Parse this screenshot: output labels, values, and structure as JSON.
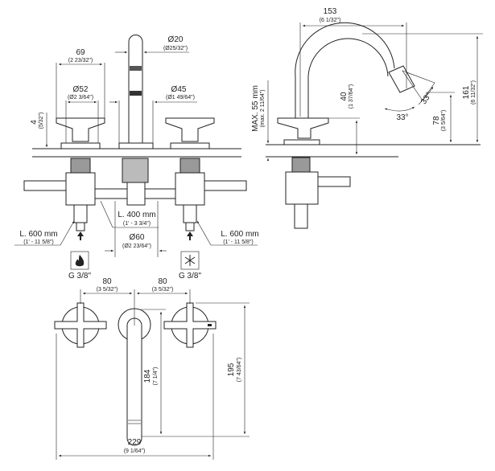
{
  "front_view": {
    "handle_width": {
      "mm": "69",
      "inch": "(2 23/32\")"
    },
    "handle_diameter": {
      "mm": "Ø52",
      "inch": "(Ø2 3/64\")"
    },
    "spout_diameter": {
      "mm": "Ø20",
      "inch": "(Ø25/32\")"
    },
    "spout_base_diameter": {
      "mm": "Ø45",
      "inch": "(Ø1 49/64\")"
    },
    "handle_offset": {
      "mm": "4",
      "inch": "(5/32\")"
    },
    "center_hose": {
      "mm": "L. 400 mm",
      "inch": "(1' - 3 3/4\")"
    },
    "hole_diameter": {
      "mm": "Ø60",
      "inch": "(Ø2 23/64\")"
    },
    "hot_hose": {
      "mm": "L. 600 mm",
      "inch": "(1' - 11 5/8\")",
      "connection": "G 3/8\"",
      "icon": "flame-icon"
    },
    "cold_hose": {
      "mm": "L. 600 mm",
      "inch": "(1' - 11 5/8\")",
      "connection": "G 3/8\"",
      "icon": "snowflake-icon"
    }
  },
  "side_view": {
    "reach": {
      "mm": "153",
      "inch": "(6 1/32\")"
    },
    "height": {
      "mm": "161",
      "inch": "(6 11/32\")"
    },
    "outlet_height": {
      "mm": "78",
      "inch": "(3 5/64\")"
    },
    "handle_height": {
      "mm": "40",
      "inch": "(1 37/64\")"
    },
    "max_deck": {
      "mm": "MAX. 55 mm",
      "inch": "(max. 2 11/64\")"
    },
    "angle_1": "33°",
    "angle_2": "33°"
  },
  "top_view": {
    "left_spacing": {
      "mm": "80",
      "inch": "(3 5/32\")"
    },
    "right_spacing": {
      "mm": "80",
      "inch": "(3 5/32\")"
    },
    "spout_projection": {
      "mm": "184",
      "inch": "(7 1/4\")"
    },
    "overall_depth": {
      "mm": "195",
      "inch": "(7 43/64\")"
    },
    "overall_width": {
      "mm": "229",
      "inch": "(9 1/64\")"
    }
  }
}
